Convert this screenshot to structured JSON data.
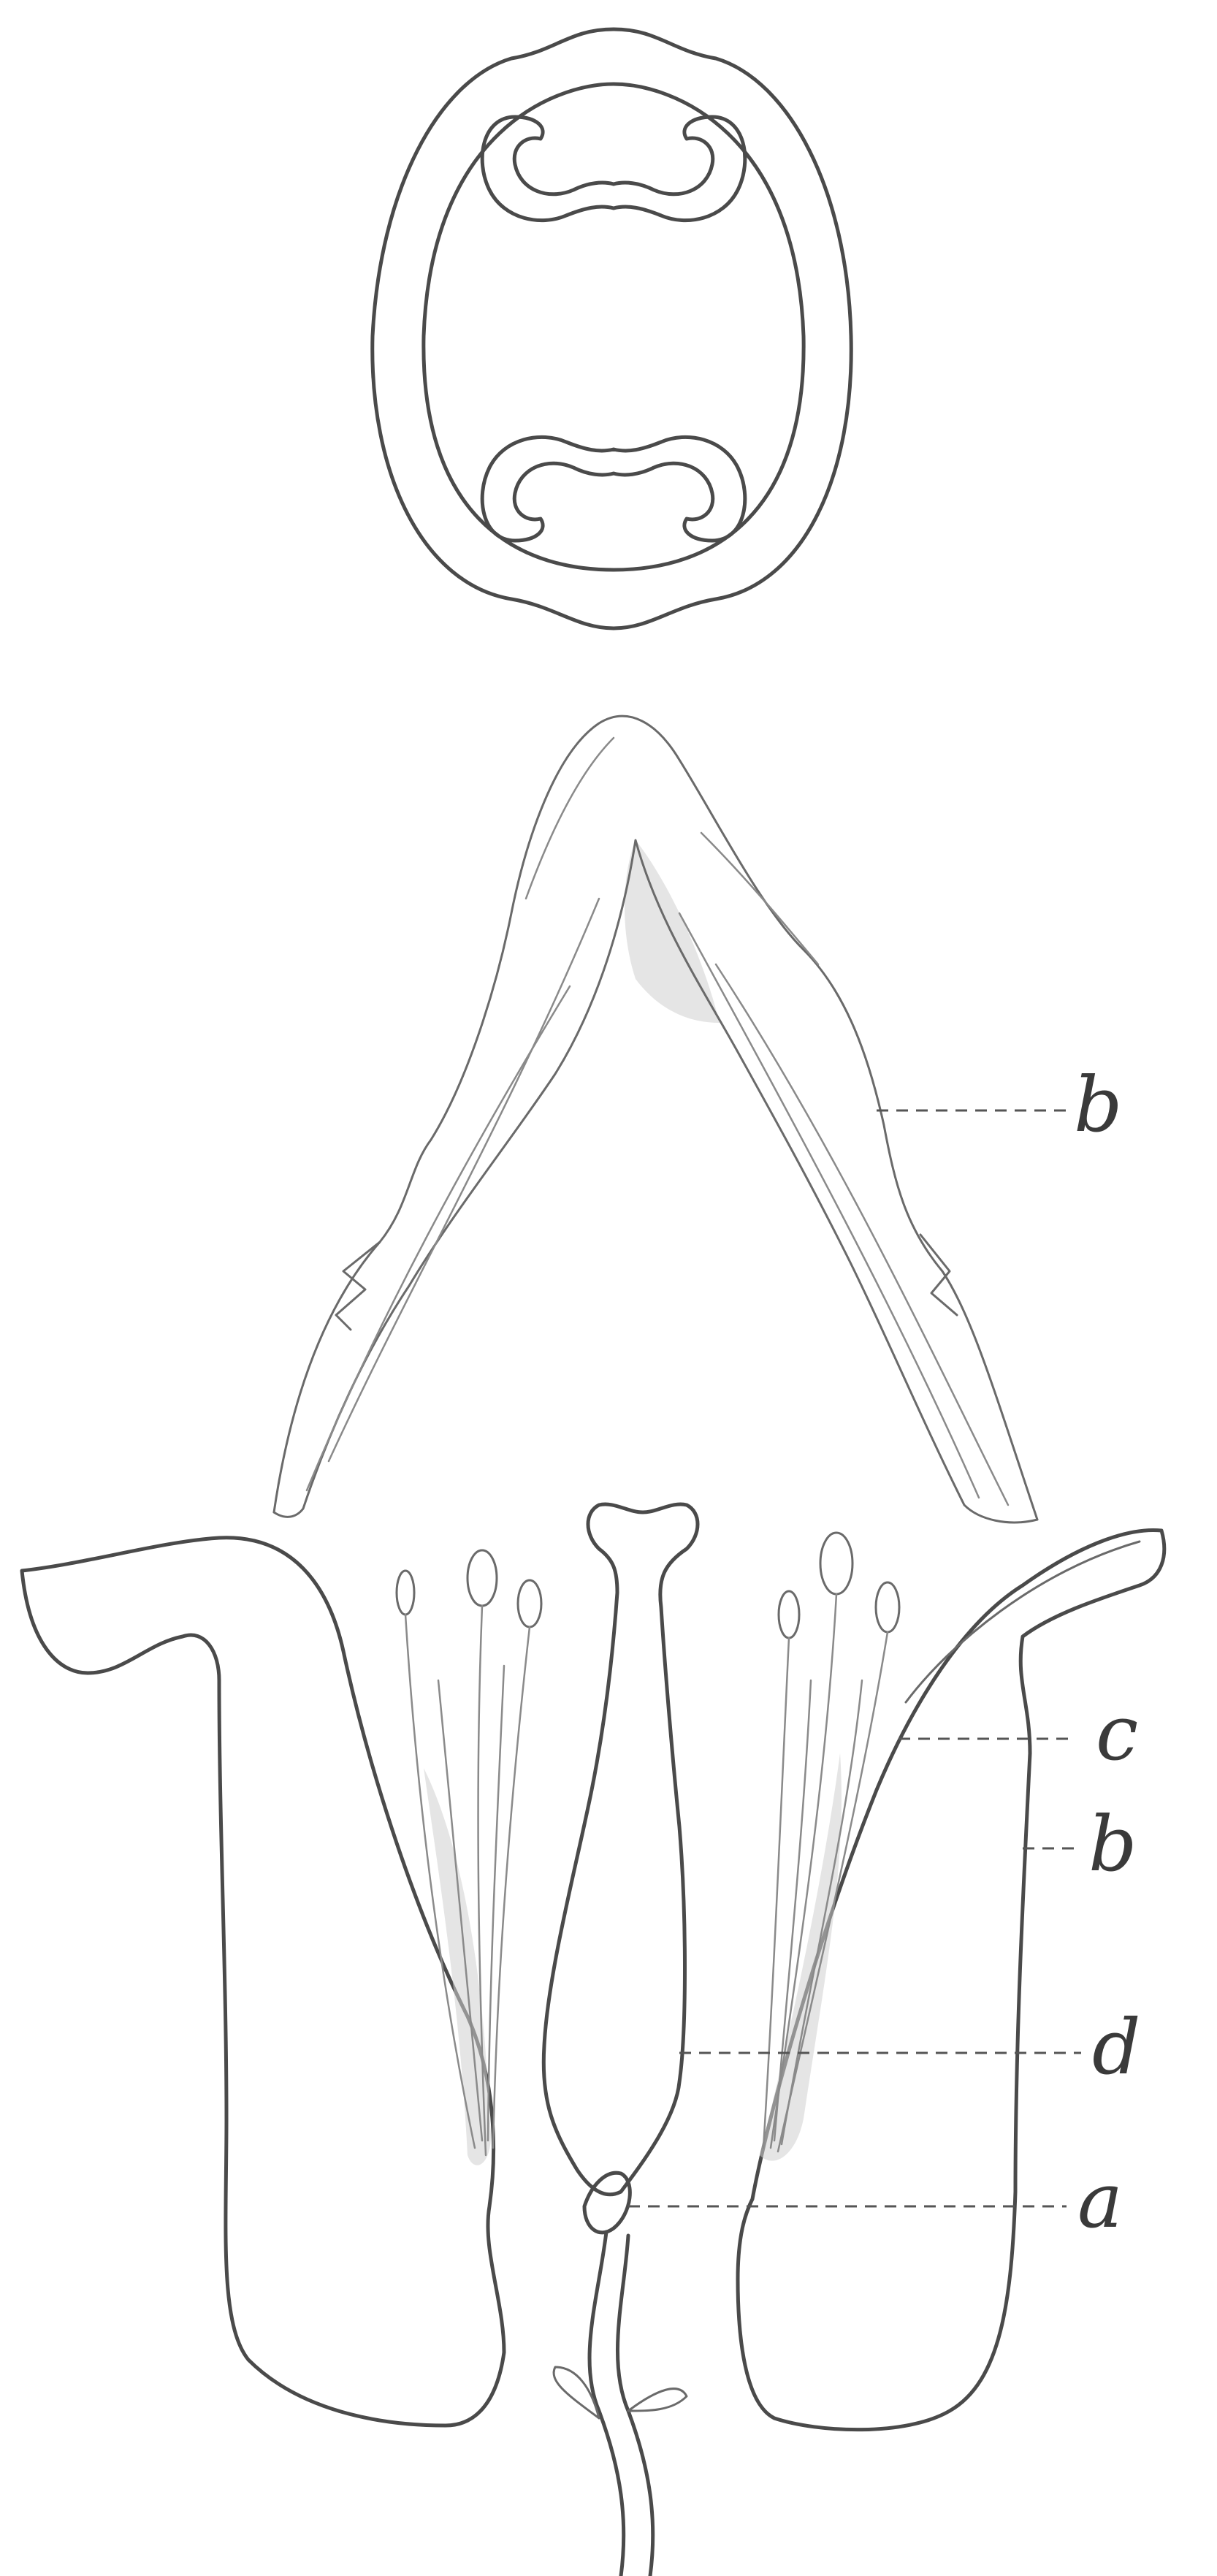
{
  "figure": {
    "labels": {
      "b_upper": "b",
      "c": "c",
      "b_lower": "b",
      "d": "d",
      "a": "a"
    }
  }
}
